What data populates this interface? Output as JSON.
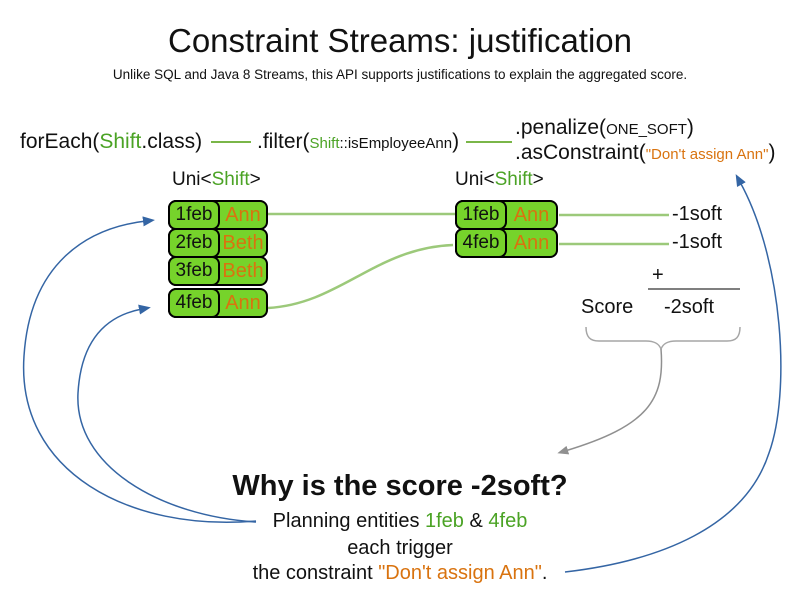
{
  "slide": {
    "title": "Constraint Streams: justification",
    "subtitle": "Unlike SQL and Java 8 Streams, this API supports justifications to explain the aggregated score."
  },
  "code": {
    "foreach": {
      "prefix": "forEach(",
      "arg": "Shift",
      "suffix": ".class)"
    },
    "filter": {
      "prefix": ".filter(",
      "arg_class": "Shift",
      "arg_rest": "::isEmployeeAnn",
      "suffix": ")"
    },
    "penalize": {
      "prefix": ".penalize(",
      "arg": "ONE_SOFT",
      "suffix": ")"
    },
    "as_constraint": {
      "prefix": ".asConstraint(",
      "arg": "\"Don't assign Ann\"",
      "suffix": ")"
    }
  },
  "left_stream": {
    "type": {
      "prefix": "Uni<",
      "arg": "Shift",
      "suffix": ">"
    },
    "rows": [
      {
        "date": "1feb",
        "employee": "Ann"
      },
      {
        "date": "2feb",
        "employee": "Beth"
      },
      {
        "date": "3feb",
        "employee": "Beth"
      },
      {
        "date": "4feb",
        "employee": "Ann"
      }
    ]
  },
  "right_stream": {
    "type": {
      "prefix": "Uni<",
      "arg": "Shift",
      "suffix": ">"
    },
    "rows": [
      {
        "date": "1feb",
        "employee": "Ann"
      },
      {
        "date": "4feb",
        "employee": "Ann"
      }
    ]
  },
  "score_panel": {
    "penalty1": "-1soft",
    "penalty2": "-1soft",
    "plus": "+",
    "score_label": "Score",
    "total": "-2soft"
  },
  "explanation": {
    "heading": "Why is the score -2soft?",
    "line1": {
      "prefix": "Planning entities ",
      "entity1": "1feb",
      "joiner": " & ",
      "entity2": "4feb"
    },
    "line2": "each trigger",
    "line3": {
      "prefix": "the constraint ",
      "constraint": "\"Don't assign Ann\"",
      "suffix": "."
    }
  },
  "colors": {
    "entity_fill": "#76d32b",
    "green_text": "#4ba325",
    "connector_green": "#9cc97a",
    "orange_text": "#d9730f",
    "arrow_blue": "#3465a4",
    "arrow_gray": "#909090"
  }
}
